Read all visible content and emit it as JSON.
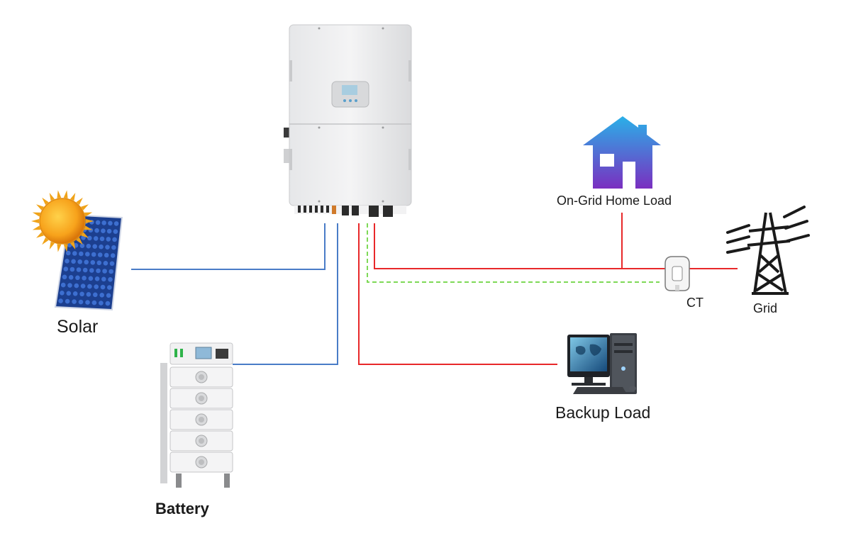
{
  "labels": {
    "solar": "Solar",
    "battery": "Battery",
    "home_load": "On-Grid Home Load",
    "ct": "CT",
    "grid": "Grid",
    "backup_load": "Backup Load"
  },
  "colors": {
    "dc_line": "#4a7cc7",
    "ac_line": "#e8282a",
    "ground_line": "#7ed957",
    "house_gradient_top": "#2ab0e8",
    "house_gradient_bottom": "#7a2fc0"
  },
  "icons": [
    "inverter-icon",
    "solar-panel-icon",
    "sun-icon",
    "battery-stack-icon",
    "house-icon",
    "ct-clamp-icon",
    "pylon-icon",
    "computer-icon"
  ]
}
